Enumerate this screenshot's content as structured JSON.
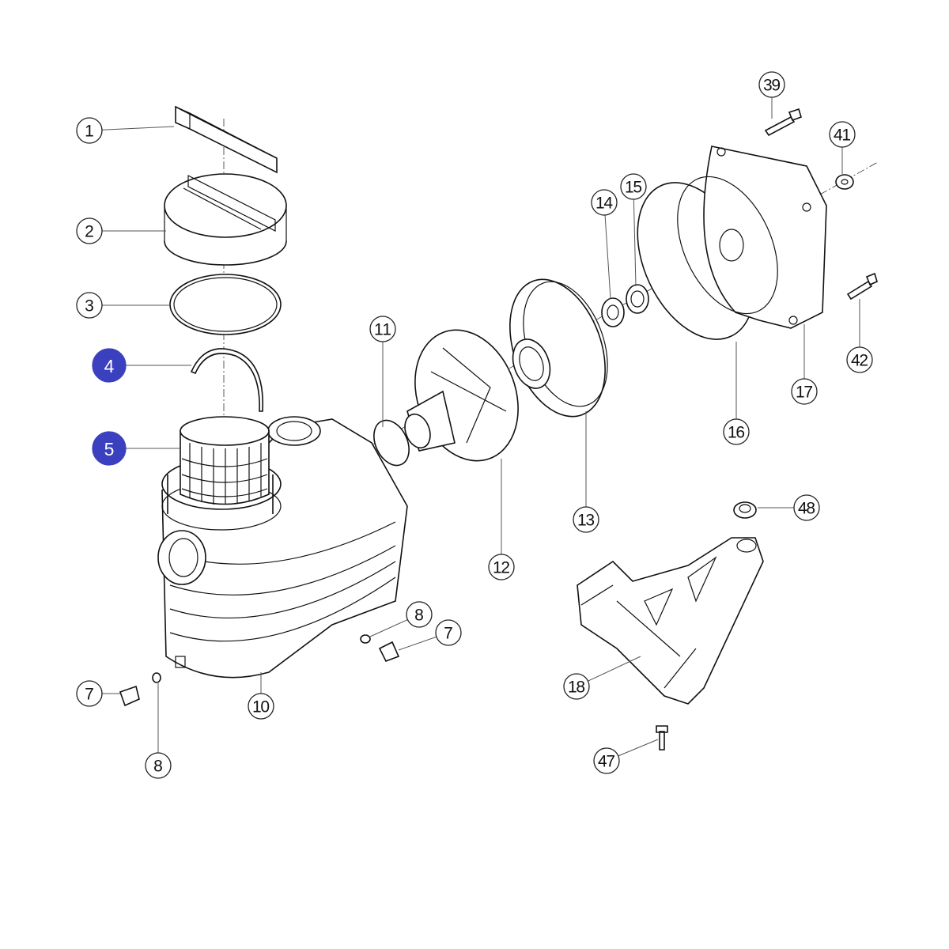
{
  "diagram": {
    "type": "exploded-parts-view",
    "accent_color": "#3b40bf",
    "callouts": [
      {
        "label": "1",
        "highlighted": false
      },
      {
        "label": "2",
        "highlighted": false
      },
      {
        "label": "3",
        "highlighted": false
      },
      {
        "label": "4",
        "highlighted": true
      },
      {
        "label": "5",
        "highlighted": true
      },
      {
        "label": "11",
        "highlighted": false
      },
      {
        "label": "12",
        "highlighted": false
      },
      {
        "label": "13",
        "highlighted": false
      },
      {
        "label": "14",
        "highlighted": false
      },
      {
        "label": "15",
        "highlighted": false
      },
      {
        "label": "16",
        "highlighted": false
      },
      {
        "label": "17",
        "highlighted": false
      },
      {
        "label": "39",
        "highlighted": false
      },
      {
        "label": "41",
        "highlighted": false
      },
      {
        "label": "42",
        "highlighted": false
      },
      {
        "label": "48",
        "highlighted": false
      },
      {
        "label": "18",
        "highlighted": false
      },
      {
        "label": "47",
        "highlighted": false
      },
      {
        "label": "7",
        "highlighted": false
      },
      {
        "label": "8",
        "highlighted": false
      },
      {
        "label": "10",
        "highlighted": false
      },
      {
        "label": "8",
        "highlighted": false
      },
      {
        "label": "7",
        "highlighted": false
      }
    ]
  }
}
